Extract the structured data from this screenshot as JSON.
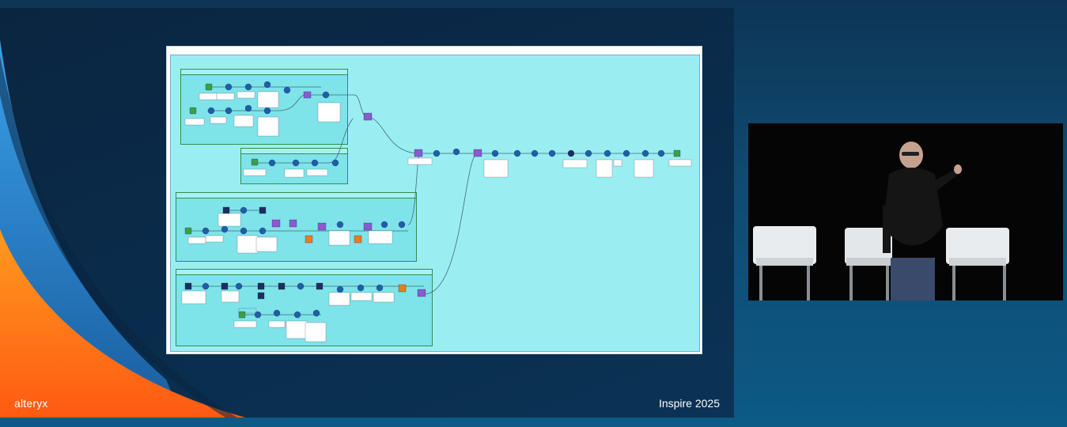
{
  "slide": {
    "brand": "alteryx",
    "event": "Inspire 2025"
  },
  "workflow": {
    "colors": {
      "canvas": "#9aeef2",
      "container": "#7fe3ea",
      "container_border": "#2f8f4f",
      "tool_blue": "#1f5fa8",
      "tool_dark": "#1d2f5e",
      "tool_orange": "#f07a1a",
      "tool_green": "#3aa04a",
      "wire": "#3d6b72"
    },
    "icons": [
      "input-data-icon",
      "formula-icon",
      "select-icon",
      "join-icon",
      "union-icon",
      "filter-icon",
      "summarize-icon",
      "output-data-icon"
    ]
  },
  "video": {
    "description_icons": [
      "speaker",
      "stage-chair"
    ]
  }
}
